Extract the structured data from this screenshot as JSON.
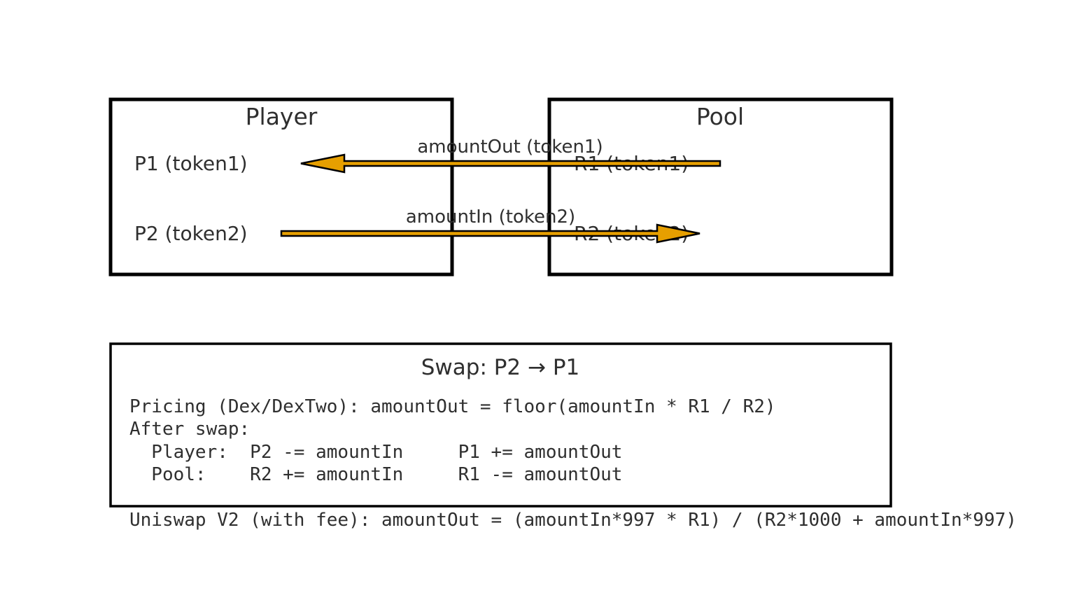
{
  "colors": {
    "arrow_fill": "#E69F00",
    "stroke": "#000000",
    "text": "#2F2F2F",
    "background": "#FFFFFF"
  },
  "player": {
    "title": "Player",
    "p1": "P1 (token1)",
    "p2": "P2 (token2)"
  },
  "pool": {
    "title": "Pool",
    "r1": "R1 (token1)",
    "r2": "R2 (token2)"
  },
  "arrows": {
    "amount_out": "amountOut (token1)",
    "amount_in": "amountIn (token2)"
  },
  "swap": {
    "title": "Swap: P2 → P1",
    "pricing": "Pricing (Dex/DexTwo): amountOut = floor(amountIn * R1 / R2)",
    "after_swap": "After swap:",
    "player_line": "  Player:  P2 -= amountIn     P1 += amountOut",
    "pool_line": "  Pool:    R2 += amountIn     R1 -= amountOut"
  },
  "footer": {
    "uniswap": "Uniswap V2 (with fee): amountOut = (amountIn*997 * R1) / (R2*1000 + amountIn*997)"
  }
}
